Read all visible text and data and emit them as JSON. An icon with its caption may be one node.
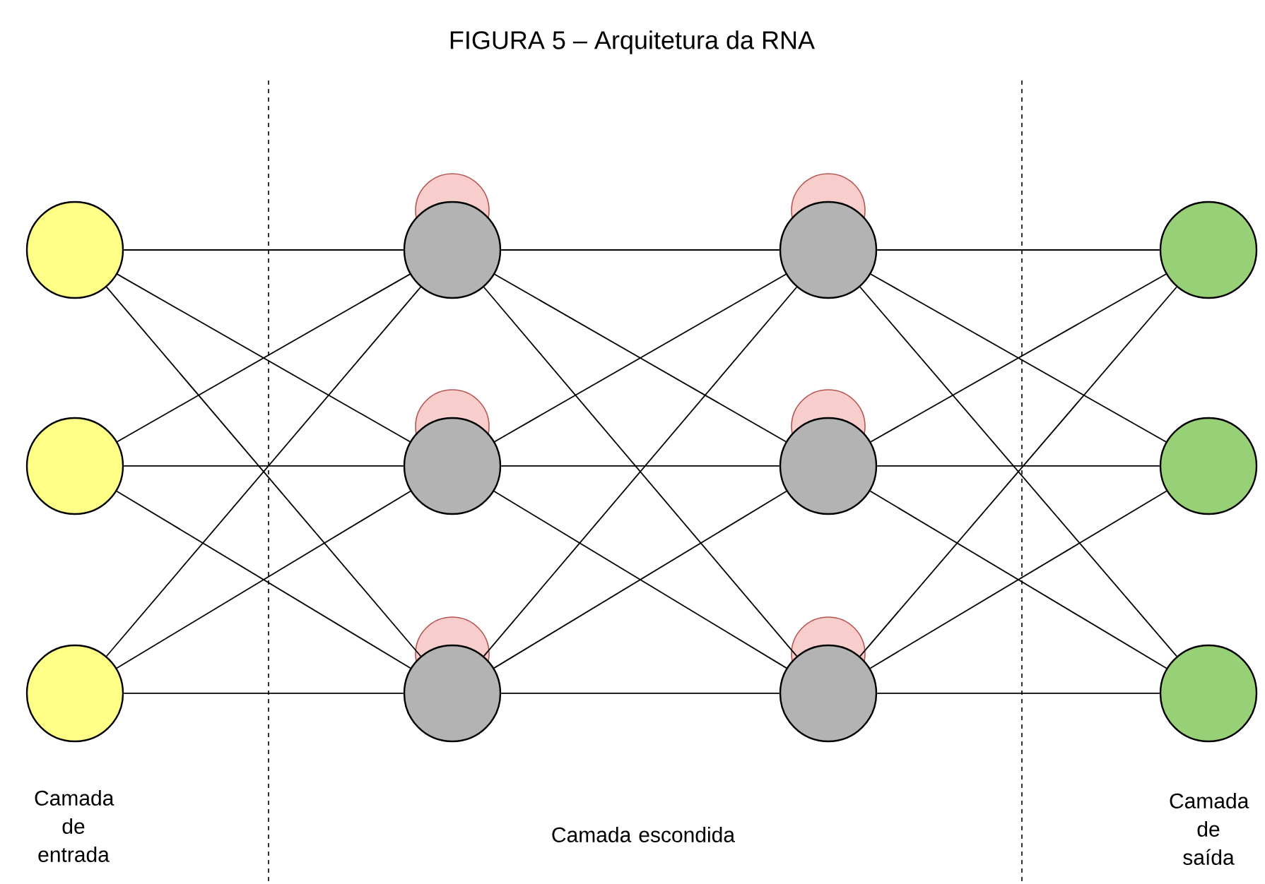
{
  "diagram": {
    "title": "FIGURA 5 – Arquitetura da RNA",
    "nodes": [
      {
        "text": [],
        "shape": "circle"
      },
      {
        "text": [],
        "shape": "circle"
      },
      {
        "text": [],
        "shape": "circle"
      },
      {
        "text": [],
        "shape": "circle"
      },
      {
        "text": [],
        "shape": "circle"
      },
      {
        "text": [],
        "shape": "circle"
      },
      {
        "text": [],
        "shape": "circle"
      },
      {
        "text": [],
        "shape": "circle"
      },
      {
        "text": [],
        "shape": "circle"
      },
      {
        "text": [],
        "shape": "circle"
      },
      {
        "text": [],
        "shape": "circle"
      },
      {
        "text": [],
        "shape": "circle"
      }
    ],
    "edges": [
      {
        "from": 0,
        "to": 3,
        "arrow": "none"
      },
      {
        "from": 0,
        "to": 4,
        "arrow": "none"
      },
      {
        "from": 0,
        "to": 5,
        "arrow": "none"
      },
      {
        "from": 1,
        "to": 3,
        "arrow": "none"
      },
      {
        "from": 1,
        "to": 4,
        "arrow": "none"
      },
      {
        "from": 1,
        "to": 5,
        "arrow": "none"
      },
      {
        "from": 2,
        "to": 3,
        "arrow": "none"
      },
      {
        "from": 2,
        "to": 4,
        "arrow": "none"
      },
      {
        "from": 2,
        "to": 5,
        "arrow": "none"
      },
      {
        "from": 3,
        "to": 6,
        "arrow": "none"
      },
      {
        "from": 3,
        "to": 7,
        "arrow": "none"
      },
      {
        "from": 3,
        "to": 8,
        "arrow": "none"
      },
      {
        "from": 4,
        "to": 6,
        "arrow": "none"
      },
      {
        "from": 4,
        "to": 7,
        "arrow": "none"
      },
      {
        "from": 4,
        "to": 8,
        "arrow": "none"
      },
      {
        "from": 5,
        "to": 6,
        "arrow": "none"
      },
      {
        "from": 5,
        "to": 7,
        "arrow": "none"
      },
      {
        "from": 5,
        "to": 8,
        "arrow": "none"
      },
      {
        "from": 6,
        "to": 9,
        "arrow": "none"
      },
      {
        "from": 6,
        "to": 10,
        "arrow": "none"
      },
      {
        "from": 6,
        "to": 11,
        "arrow": "none"
      },
      {
        "from": 7,
        "to": 9,
        "arrow": "none"
      },
      {
        "from": 7,
        "to": 10,
        "arrow": "none"
      },
      {
        "from": 7,
        "to": 11,
        "arrow": "none"
      },
      {
        "from": 8,
        "to": 9,
        "arrow": "none"
      },
      {
        "from": 8,
        "to": 10,
        "arrow": "none"
      },
      {
        "from": 8,
        "to": 11,
        "arrow": "none"
      }
    ],
    "labels": [
      "Camada de entrada",
      "Camada escondida",
      "Camada de saída"
    ]
  }
}
